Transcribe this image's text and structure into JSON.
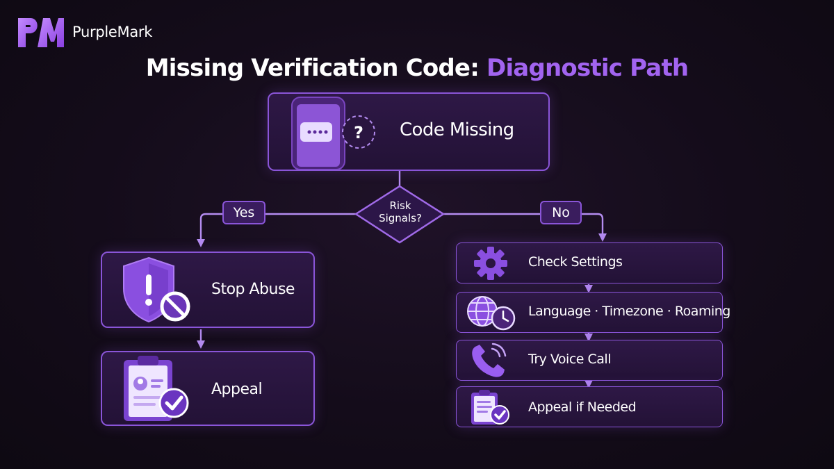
{
  "brand": {
    "logo_text": "PM",
    "name": "PurpleMark"
  },
  "title": {
    "main": "Missing Verification Code: ",
    "accent": "Diagnostic Path"
  },
  "nodes": {
    "start": "Code Missing",
    "decision_line1": "Risk",
    "decision_line2": "Signals?",
    "yes": "Yes",
    "no": "No",
    "left": [
      "Stop Abuse",
      "Appeal"
    ],
    "right": [
      "Check Settings",
      "Language · Timezone · Roaming",
      "Try Voice Call",
      "Appeal if Needed"
    ]
  },
  "icons": {
    "start": "phone-chat-icon",
    "question": "question-icon",
    "stop_abuse": "shield-block-icon",
    "appeal": "clipboard-check-icon",
    "settings": "gear-icon",
    "language": "globe-clock-icon",
    "voice": "phone-call-icon",
    "appeal_right": "clipboard-check-icon"
  },
  "colors": {
    "accent": "#a264f0",
    "border": "#8a55d8",
    "background": "#140c1a"
  }
}
